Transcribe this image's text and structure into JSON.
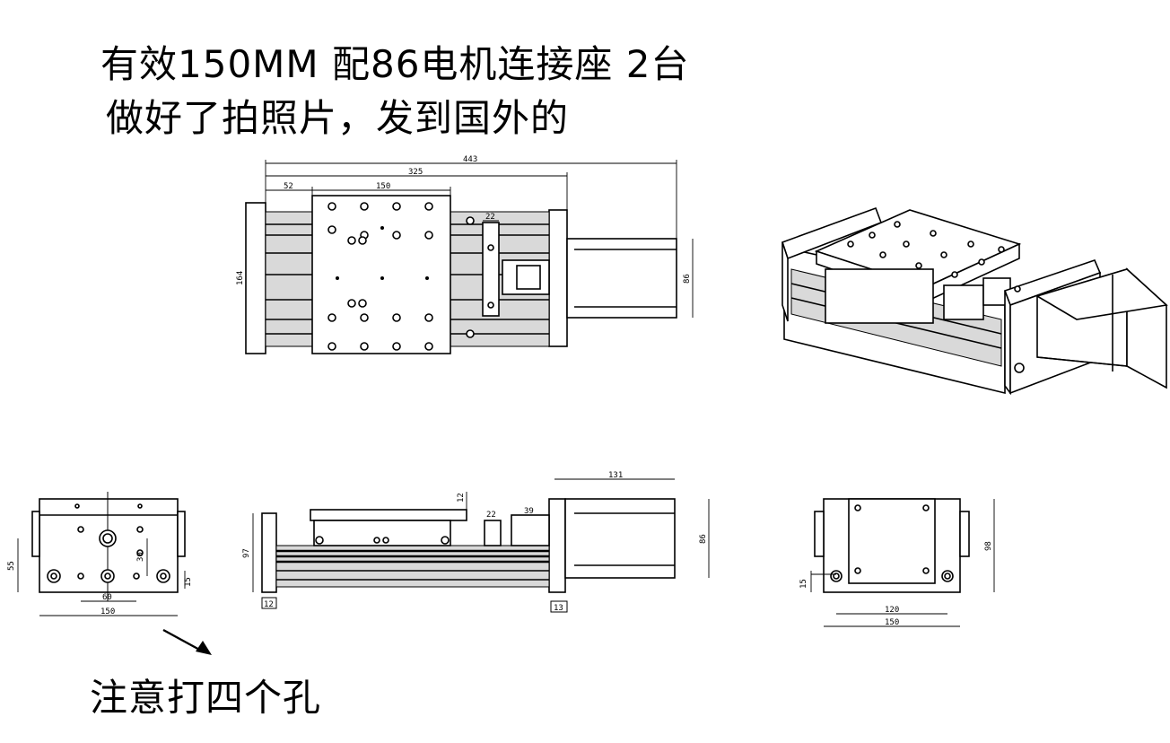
{
  "notes": {
    "line1": "有效150MM  配86电机连接座   2台",
    "line2": "做好了拍照片，发到国外的",
    "line3": "注意打四个孔"
  },
  "dimensions": {
    "top_view": {
      "overall": "443",
      "body": "325",
      "end": "52",
      "table": "150",
      "coupler": "22",
      "width": "164",
      "motor": "86"
    },
    "end_view_left": {
      "height": "55",
      "offset": "30",
      "spacing": "60",
      "width": "150",
      "edge": "15"
    },
    "side_view": {
      "motor_len": "131",
      "plate": "12",
      "coupler": "22",
      "motor_mount": "39",
      "height": "97",
      "motor": "86",
      "end_left": "12",
      "end_right": "13"
    },
    "end_view_right": {
      "edge": "15",
      "spacing": "120",
      "width": "150",
      "height": "98"
    }
  },
  "colors": {
    "ink": "#000000",
    "background": "#ffffff",
    "rail": "#d9d9d9"
  }
}
